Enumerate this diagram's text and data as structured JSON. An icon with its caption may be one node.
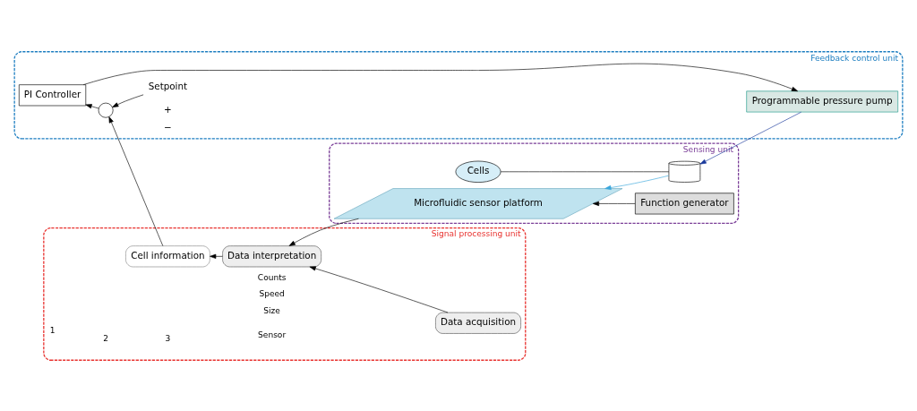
{
  "diagram": {
    "nodes": [
      {
        "text": [
          "Feedback control unit"
        ]
      },
      {
        "text": [
          "Programmable pressure pump"
        ],
        "in": 0
      },
      {
        "text": [
          "PI Controller"
        ],
        "in": 0
      },
      {
        "text": [],
        "shape": "circle",
        "in": 0
      },
      {
        "text": [
          "Setpoint"
        ],
        "in": 0
      },
      {
        "text": [
          "Signal processing unit"
        ]
      },
      {
        "text": [
          "Cell information"
        ],
        "in": 5
      },
      {
        "text": [
          "Data interpretation"
        ],
        "in": 5
      },
      {
        "text": [
          "Data acquisition"
        ],
        "in": 5
      },
      {
        "text": [
          "Sensing unit"
        ]
      },
      {
        "text": [],
        "shape": "cylinder",
        "in": 9
      },
      {
        "text": [
          "Cells"
        ],
        "in": 9
      },
      {
        "text": [
          "Microfluidic sensor platform"
        ],
        "in": 9
      },
      {
        "text": [
          "Function generator"
        ],
        "in": 9
      }
    ],
    "edges": [
      {
        "from": 4,
        "to": 3,
        "arrow": "to"
      },
      {
        "from": 6,
        "to": 3,
        "arrow": "to"
      },
      {
        "from": 3,
        "to": 2,
        "arrow": "to"
      },
      {
        "from": 2,
        "to": 1,
        "arrow": "to"
      },
      {
        "from": 1,
        "to": 10,
        "arrow": "to",
        "color": "#1a3a9c"
      },
      {
        "from": 10,
        "to": 11,
        "arrow": "none"
      },
      {
        "from": 10,
        "to": 12,
        "arrow": "to",
        "color": "#3aa6dc"
      },
      {
        "from": 12,
        "to": 7,
        "arrow": "to"
      },
      {
        "from": 13,
        "to": 12,
        "arrow": "to"
      },
      {
        "from": 8,
        "to": 7,
        "arrow": "to"
      },
      {
        "from": 7,
        "to": 6,
        "arrow": "to"
      }
    ],
    "labels": [
      "+",
      "−",
      "Counts",
      "1",
      "2",
      "3",
      "Sensor",
      "Size",
      "Speed"
    ]
  }
}
